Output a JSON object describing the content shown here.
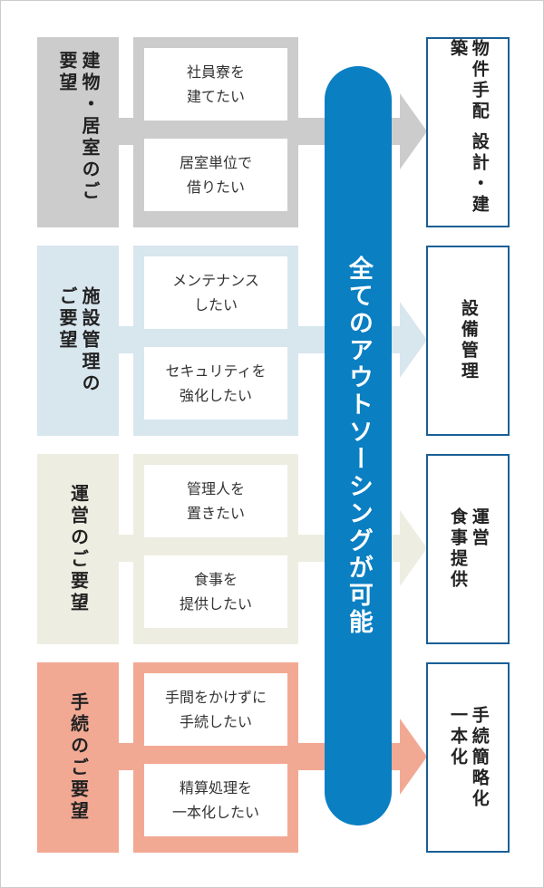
{
  "rows": [
    {
      "category": "建物・居室のご要望",
      "needs": [
        "社員寮を\n建てたい",
        "居室単位で\n借りたい"
      ],
      "result": "物件手配\n設計・建築",
      "colors": {
        "category": "#cccccc",
        "panel": "#cccccc",
        "arrow": "#cccccc"
      }
    },
    {
      "category": "施設管理の\nご要望",
      "needs": [
        "メンテナンス\nしたい",
        "セキュリティを\n強化したい"
      ],
      "result": "設備管理",
      "colors": {
        "category": "#d8e6ee",
        "panel": "#d8e6ee",
        "arrow": "#d8e6ee"
      }
    },
    {
      "category": "運営のご要望",
      "needs": [
        "管理人を\n置きたい",
        "食事を\n提供したい"
      ],
      "result": "運営\n食事提供",
      "colors": {
        "category": "#eeede2",
        "panel": "#eeede2",
        "arrow": "#eeede2"
      }
    },
    {
      "category": "手続のご要望",
      "needs": [
        "手間をかけずに\n手続したい",
        "精算処理を\n一本化したい"
      ],
      "result": "手続簡略化\n一本化",
      "colors": {
        "category": "#f2a994",
        "panel": "#f2a994",
        "arrow": "#f2a994"
      }
    }
  ],
  "center_label": "全てのアウトソーシングが可能",
  "colors": {
    "pill": "#0a7fc2",
    "result_border": "#1a5f96"
  }
}
